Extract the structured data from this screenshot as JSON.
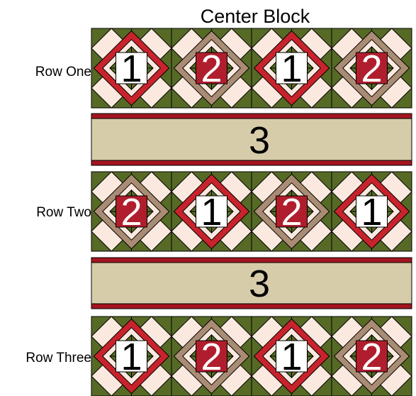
{
  "title": "Center Block",
  "rows": [
    {
      "label": "Row One",
      "blocks": [
        "1",
        "2",
        "1",
        "2"
      ]
    },
    {
      "label": "Row Two",
      "blocks": [
        "2",
        "1",
        "2",
        "1"
      ]
    },
    {
      "label": "Row Three",
      "blocks": [
        "1",
        "2",
        "1",
        "2"
      ]
    }
  ],
  "sashing": [
    {
      "number": "3"
    },
    {
      "number": "3"
    }
  ],
  "block_types": {
    "1": {
      "center": "#ffffff",
      "number_color": "#000000",
      "frame": "#c8232c"
    },
    "2": {
      "center": "#b01e2d",
      "number_color": "#ffffff",
      "frame": "#a98c73"
    }
  },
  "colors": {
    "green": "#566a26",
    "cream": "#fbe9df",
    "red": "#c8232c",
    "tan": "#a98c73",
    "dark_red": "#a3151f",
    "sashing_fill": "#d7cca9"
  }
}
